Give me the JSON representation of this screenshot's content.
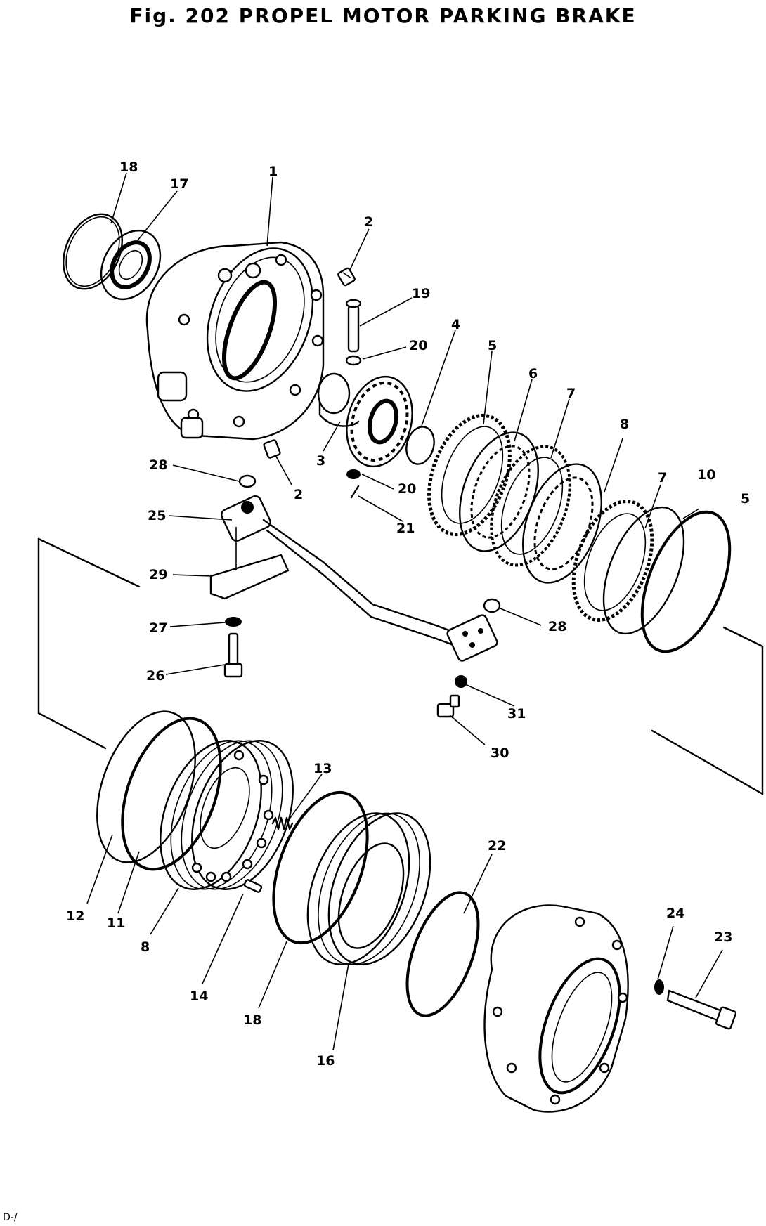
{
  "figure": {
    "title": "Fig. 202   PROPEL MOTOR PARKING BRAKE",
    "footnote": "D-/"
  },
  "callouts": [
    {
      "id": "c1",
      "text": "1"
    },
    {
      "id": "c2a",
      "text": "2"
    },
    {
      "id": "c2b",
      "text": "2"
    },
    {
      "id": "c3",
      "text": "3"
    },
    {
      "id": "c4",
      "text": "4"
    },
    {
      "id": "c5a",
      "text": "5"
    },
    {
      "id": "c5b",
      "text": "5"
    },
    {
      "id": "c6",
      "text": "6"
    },
    {
      "id": "c7a",
      "text": "7"
    },
    {
      "id": "c7b",
      "text": "7"
    },
    {
      "id": "c8a",
      "text": "8"
    },
    {
      "id": "c8b",
      "text": "8"
    },
    {
      "id": "c10",
      "text": "10"
    },
    {
      "id": "c11",
      "text": "11"
    },
    {
      "id": "c12",
      "text": "12"
    },
    {
      "id": "c13",
      "text": "13"
    },
    {
      "id": "c14",
      "text": "14"
    },
    {
      "id": "c16",
      "text": "16"
    },
    {
      "id": "c17",
      "text": "17"
    },
    {
      "id": "c18a",
      "text": "18"
    },
    {
      "id": "c18b",
      "text": "18"
    },
    {
      "id": "c19",
      "text": "19"
    },
    {
      "id": "c20a",
      "text": "20"
    },
    {
      "id": "c20b",
      "text": "20"
    },
    {
      "id": "c21",
      "text": "21"
    },
    {
      "id": "c22",
      "text": "22"
    },
    {
      "id": "c23",
      "text": "23"
    },
    {
      "id": "c24",
      "text": "24"
    },
    {
      "id": "c25",
      "text": "25"
    },
    {
      "id": "c26",
      "text": "26"
    },
    {
      "id": "c27",
      "text": "27"
    },
    {
      "id": "c28a",
      "text": "28"
    },
    {
      "id": "c28b",
      "text": "28"
    },
    {
      "id": "c29",
      "text": "29"
    },
    {
      "id": "c30",
      "text": "30"
    },
    {
      "id": "c31",
      "text": "31"
    }
  ]
}
